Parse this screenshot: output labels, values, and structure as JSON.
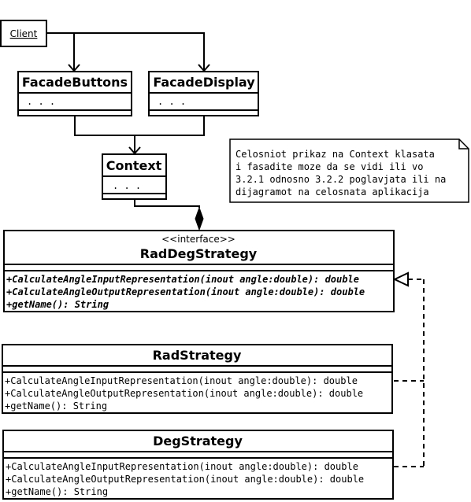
{
  "client": {
    "label": "Client"
  },
  "facade_buttons": {
    "name": "FacadeButtons",
    "attrs": ". . ."
  },
  "facade_display": {
    "name": "FacadeDisplay",
    "attrs": ". . ."
  },
  "context": {
    "name": "Context",
    "attrs": ". . ."
  },
  "note": {
    "lines": [
      "Celosniot prikaz na Context klasata",
      "i fasadite moze da se vidi ili vo",
      "3.2.1 odnosno 3.2.2 poglavjata ili na",
      "dijagramot na celosnata aplikacija"
    ]
  },
  "interface": {
    "stereotype": "<<interface>>",
    "name": "RadDegStrategy",
    "methods": [
      "+CalculateAngleInputRepresentation(inout angle:double): double",
      "+CalculateAngleOutputRepresentation(inout angle:double): double",
      "+getName(): String"
    ]
  },
  "rad_strategy": {
    "name": "RadStrategy",
    "methods": [
      "+CalculateAngleInputRepresentation(inout angle:double): double",
      "+CalculateAngleOutputRepresentation(inout angle:double): double",
      "+getName(): String"
    ]
  },
  "deg_strategy": {
    "name": "DegStrategy",
    "methods": [
      "+CalculateAngleInputRepresentation(inout angle:double): double",
      "+CalculateAngleOutputRepresentation(inout angle:double): double",
      "+getName(): String"
    ]
  }
}
